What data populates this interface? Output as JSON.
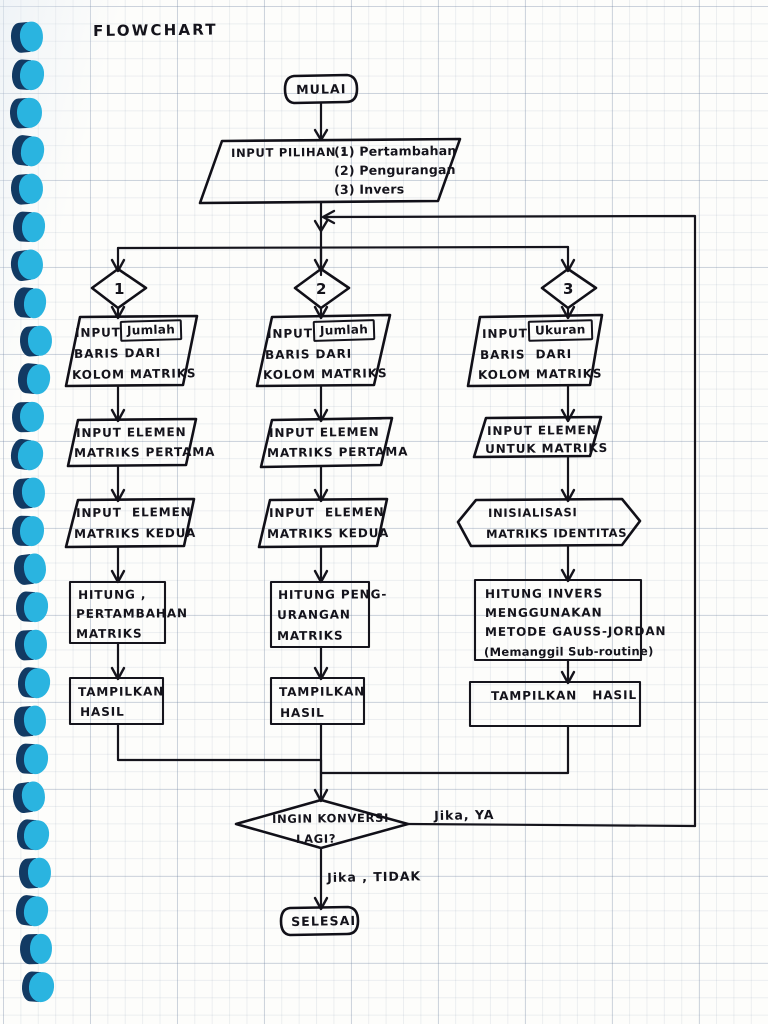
{
  "page": {
    "title": "FLOWCHART",
    "medium": "hand-drawn flowchart on graph paper notebook",
    "ink_color": "#15141c",
    "binding_color": "#2ab4e0",
    "binding_shadow_color": "#123a63",
    "paper_color": "#fdfdfb",
    "grid_color": "#7888a5"
  },
  "chart_data": {
    "type": "diagram",
    "title": "FLOWCHART",
    "subject": "Program operasi matriks: pertambahan, pengurangan, dan invers",
    "nodes": [
      {
        "id": "start",
        "shape": "terminator",
        "text": "MULAI"
      },
      {
        "id": "menu",
        "shape": "parallelogram",
        "text": "INPUT PILIHAN :",
        "options": [
          "(1) Pertambahan",
          "(2) Pengurangan",
          "(3) Invers"
        ]
      },
      {
        "id": "d1",
        "shape": "diamond",
        "text": "1"
      },
      {
        "id": "d2",
        "shape": "diamond",
        "text": "2"
      },
      {
        "id": "d3",
        "shape": "diamond",
        "text": "3"
      },
      {
        "id": "in1",
        "shape": "parallelogram",
        "lines": [
          "INPUT",
          "BARIS DARI",
          "KOLOM MATRIKS"
        ],
        "boxed_word": "Jumlah"
      },
      {
        "id": "in2",
        "shape": "parallelogram",
        "lines": [
          "INPUT",
          "BARIS DARI",
          "KOLOM MATRIKS"
        ],
        "boxed_word": "Jumlah"
      },
      {
        "id": "in3",
        "shape": "parallelogram",
        "lines": [
          "INPUT",
          "BARIS DARI",
          "KOLOM MATRIKS"
        ],
        "boxed_word": "Ukuran"
      },
      {
        "id": "el1a",
        "shape": "parallelogram",
        "lines": [
          "INPUT ELEMEN",
          "MATRIKS PERTAMA"
        ]
      },
      {
        "id": "el2a",
        "shape": "parallelogram",
        "lines": [
          "INPUT ELEMEN",
          "MATRIKS PERTAMA"
        ]
      },
      {
        "id": "el3a",
        "shape": "parallelogram",
        "lines": [
          "INPUT ELEMEN",
          "UNTUK MATRIKS"
        ]
      },
      {
        "id": "el1b",
        "shape": "parallelogram",
        "lines": [
          "INPUT  ELEMEN",
          "MATRIKS KEDUA"
        ]
      },
      {
        "id": "el2b",
        "shape": "parallelogram",
        "lines": [
          "INPUT  ELEMEN",
          "MATRIKS KEDUA"
        ]
      },
      {
        "id": "init3",
        "shape": "hexagon",
        "lines": [
          "INISIALISASI",
          "MATRIKS IDENTITAS"
        ]
      },
      {
        "id": "calc1",
        "shape": "process",
        "lines": [
          "HITUNG ,",
          "PERTAMBAHAN",
          "MATRIKS"
        ]
      },
      {
        "id": "calc2",
        "shape": "process",
        "lines": [
          "HITUNG PENG-",
          "URANGAN",
          "MATRIKS"
        ]
      },
      {
        "id": "calc3",
        "shape": "process",
        "lines": [
          "HITUNG INVERS",
          "MENGGUNAKAN",
          "METODE GAUSS-JORDAN",
          "(Memanggil Sub-routine)"
        ]
      },
      {
        "id": "out1",
        "shape": "process",
        "lines": [
          "TAMPILKAN",
          "HASIL"
        ]
      },
      {
        "id": "out2",
        "shape": "process",
        "lines": [
          "TAMPILKAN",
          "HASIL"
        ]
      },
      {
        "id": "out3",
        "shape": "process",
        "lines": [
          "TAMPILKAN   HASIL"
        ]
      },
      {
        "id": "again",
        "shape": "diamond",
        "lines": [
          "INGIN KONVERSI",
          "LAGI?"
        ]
      },
      {
        "id": "end",
        "shape": "terminator",
        "text": "SELESAI"
      }
    ],
    "edge_labels": [
      {
        "id": "yes",
        "text": "Jika, YA"
      },
      {
        "id": "no",
        "text": "Jika , TIDAK"
      }
    ]
  },
  "title": "FLOWCHART",
  "start": {
    "label": "MULAI"
  },
  "menu": {
    "prompt": "INPUT PILIHAN :",
    "option1": "(1) Pertambahan",
    "option2": "(2) Pengurangan",
    "option3": "(3) Invers"
  },
  "branches": {
    "one": {
      "diamond": "1",
      "input_size": {
        "l1": "INPUT",
        "boxed": "Jumlah",
        "l2": "BARIS DARI",
        "l3": "KOLOM MATRIKS"
      },
      "elem_first": {
        "l1": "INPUT ELEMEN",
        "l2": "MATRIKS PERTAMA"
      },
      "elem_second": {
        "l1": "INPUT  ELEMEN",
        "l2": "MATRIKS KEDUA"
      },
      "calc": {
        "l1": "HITUNG ,",
        "l2": "PERTAMBAHAN",
        "l3": "MATRIKS"
      },
      "output": {
        "l1": "TAMPILKAN",
        "l2": "HASIL"
      }
    },
    "two": {
      "diamond": "2",
      "input_size": {
        "l1": "INPUT",
        "boxed": "Jumlah",
        "l2": "BARIS DARI",
        "l3": "KOLOM MATRIKS"
      },
      "elem_first": {
        "l1": "INPUT ELEMEN",
        "l2": "MATRIKS PERTAMA"
      },
      "elem_second": {
        "l1": "INPUT  ELEMEN",
        "l2": "MATRIKS KEDUA"
      },
      "calc": {
        "l1": "HITUNG PENG-",
        "l2": "URANGAN",
        "l3": "MATRIKS"
      },
      "output": {
        "l1": "TAMPILKAN",
        "l2": "HASIL"
      }
    },
    "three": {
      "diamond": "3",
      "input_size": {
        "l1": "INPUT",
        "boxed": "Ukuran",
        "l2": "BARIS  DARI",
        "l3": "KOLOM MATRIKS"
      },
      "elem_first": {
        "l1": "INPUT ELEMEN",
        "l2": "UNTUK MATRIKS"
      },
      "init": {
        "l1": "INISIALISASI",
        "l2": "MATRIKS IDENTITAS"
      },
      "calc": {
        "l1": "HITUNG INVERS",
        "l2": "MENGGUNAKAN",
        "l3": "METODE GAUSS-JORDAN",
        "l4": "(Memanggil Sub-routine)"
      },
      "output": {
        "l1": "TAMPILKAN   HASIL"
      }
    }
  },
  "loop": {
    "decision_l1": "INGIN KONVERSI",
    "decision_l2": "LAGI?",
    "yes_label": "Jika, YA",
    "no_label": "Jika , TIDAK"
  },
  "end": {
    "label": "SELESAI"
  }
}
